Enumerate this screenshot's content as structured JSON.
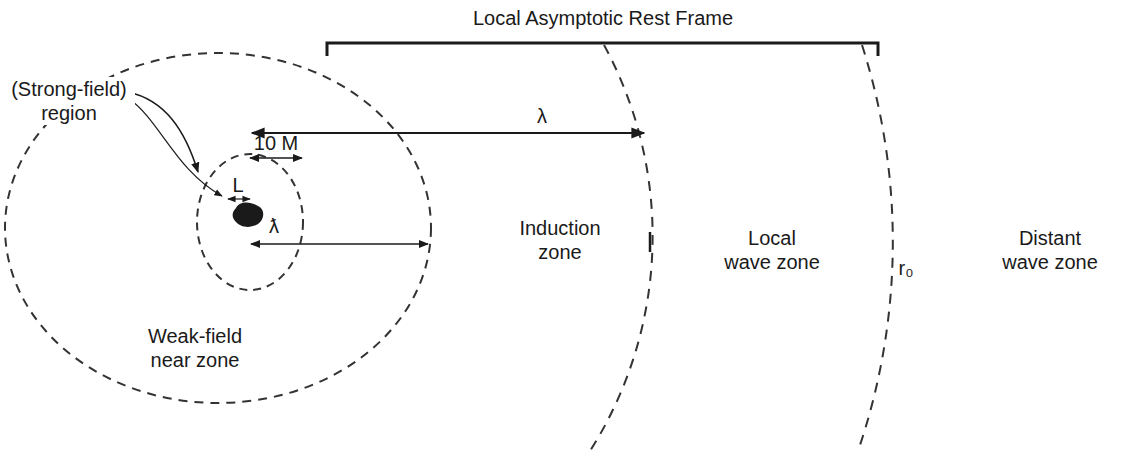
{
  "diagram": {
    "labels": [
      "Local Asymptotic Rest Frame",
      "(Strong-field) region",
      "10 M",
      "L",
      "λ",
      "Induction zone",
      "ƛ",
      "Local wave zone",
      "r₀",
      "Distant wave zone",
      "Weak-field near zone"
    ]
  }
}
